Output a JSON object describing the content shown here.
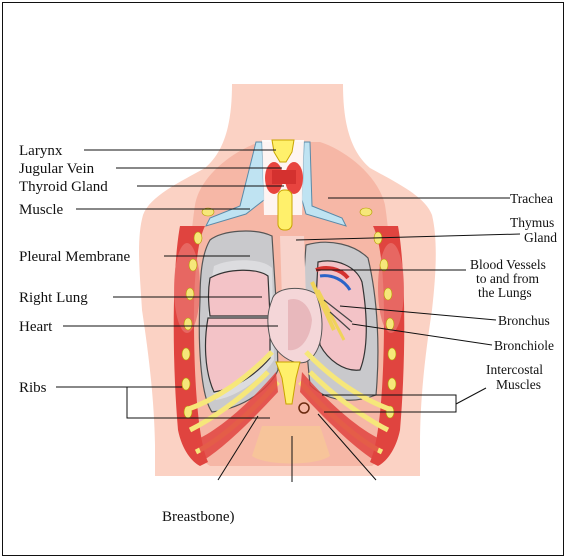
{
  "labels": {
    "larynx": "Larynx",
    "jugular_vein": "Jugular Vein",
    "thyroid_gland": "Thyroid Gland",
    "muscle": "Muscle",
    "pleural_membrane": "Pleural Membrane",
    "right_lung": "Right Lung",
    "heart": "Heart",
    "ribs": "Ribs",
    "trachea": "Trachea",
    "thymus_line1": "Thymus",
    "thymus_line2": "Gland",
    "blood_vessels_line1": "Blood Vessels",
    "blood_vessels_line2": "to and from",
    "blood_vessels_line3": "the Lungs",
    "bronchus": "Bronchus",
    "bronchiole": "Bronchiole",
    "intercostal_line1": "Intercostal",
    "intercostal_line2": "Muscles",
    "breastbone": "Breastbone)"
  },
  "colors": {
    "skin": "#fbd2c4",
    "skin_inner": "#f6b7a6",
    "muscle_red": "#e0443f",
    "pleura": "#c9c9cc",
    "lung": "#f3c3c7",
    "rib": "#f6e77a",
    "vessel_blue": "#bfe3f2",
    "thyroid": "#e8443f",
    "bone": "#fff06b"
  }
}
